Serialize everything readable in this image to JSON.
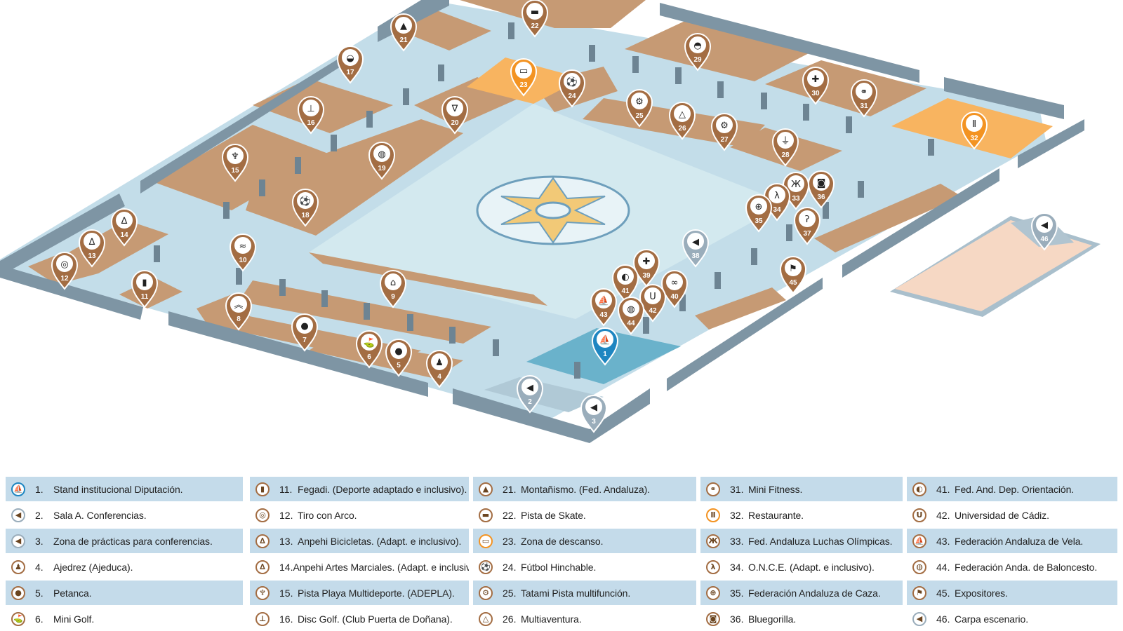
{
  "colors": {
    "floor": "#c3dde9",
    "center": "#d3e9ef",
    "stand": "#c69a74",
    "highlight": "#f8b460",
    "institutional": "#6ab2cb",
    "wall": "#7e95a4",
    "wall_dark": "#5b7180",
    "pin_brown": "#a36d43",
    "pin_orange": "#f39322",
    "pin_blue": "#1e86c1",
    "pin_gray": "#9aadbb",
    "legend_stripe": "#c4dbea"
  },
  "markers": [
    {
      "n": "1",
      "icon": "institutional-icon",
      "color": "blue"
    },
    {
      "n": "2",
      "icon": "megaphone-icon",
      "color": "gray"
    },
    {
      "n": "3",
      "icon": "megaphone-gear-icon",
      "color": "gray"
    },
    {
      "n": "4",
      "icon": "chess-pawn-icon",
      "color": "brown"
    },
    {
      "n": "5",
      "icon": "petanque-icon",
      "color": "brown"
    },
    {
      "n": "6",
      "icon": "golf-icon",
      "color": "brown"
    },
    {
      "n": "7",
      "icon": "ping-pong-icon",
      "color": "brown"
    },
    {
      "n": "8",
      "icon": "chevrons-icon",
      "color": "brown"
    },
    {
      "n": "9",
      "icon": "museum-icon",
      "color": "brown"
    },
    {
      "n": "10",
      "icon": "rowing-icon",
      "color": "brown"
    },
    {
      "n": "11",
      "icon": "fegadi-icon",
      "color": "brown"
    },
    {
      "n": "12",
      "icon": "archery-target-icon",
      "color": "brown"
    },
    {
      "n": "13",
      "icon": "bicycle-icon",
      "color": "brown"
    },
    {
      "n": "14",
      "icon": "martial-arts-icon",
      "color": "brown"
    },
    {
      "n": "15",
      "icon": "beach-sports-icon",
      "color": "brown"
    },
    {
      "n": "16",
      "icon": "disc-golf-icon",
      "color": "brown"
    },
    {
      "n": "17",
      "icon": "helmet-icon",
      "color": "brown"
    },
    {
      "n": "18",
      "icon": "soccer-ball-icon",
      "color": "brown"
    },
    {
      "n": "19",
      "icon": "basketball-icon",
      "color": "brown"
    },
    {
      "n": "20",
      "icon": "triangle-icon",
      "color": "brown"
    },
    {
      "n": "21",
      "icon": "mountain-icon",
      "color": "brown"
    },
    {
      "n": "22",
      "icon": "skate-icon",
      "color": "brown"
    },
    {
      "n": "23",
      "icon": "bench-icon",
      "color": "orange"
    },
    {
      "n": "24",
      "icon": "soccer-ball-icon",
      "color": "brown"
    },
    {
      "n": "25",
      "icon": "gear-icon",
      "color": "brown"
    },
    {
      "n": "26",
      "icon": "tent-icon",
      "color": "brown"
    },
    {
      "n": "27",
      "icon": "gear-icon",
      "color": "brown"
    },
    {
      "n": "28",
      "icon": "ground-icon",
      "color": "brown"
    },
    {
      "n": "29",
      "icon": "sneaker-icon",
      "color": "brown"
    },
    {
      "n": "30",
      "icon": "gamepad-icon",
      "color": "brown"
    },
    {
      "n": "31",
      "icon": "dumbbell-icon",
      "color": "brown"
    },
    {
      "n": "32",
      "icon": "fork-knife-icon",
      "color": "orange"
    },
    {
      "n": "33",
      "icon": "wrestling-icon",
      "color": "brown"
    },
    {
      "n": "34",
      "icon": "blind-walker-icon",
      "color": "brown"
    },
    {
      "n": "35",
      "icon": "crosshair-icon",
      "color": "brown"
    },
    {
      "n": "36",
      "icon": "bluegorilla-icon",
      "color": "brown"
    },
    {
      "n": "37",
      "icon": "ear-icon",
      "color": "brown"
    },
    {
      "n": "38",
      "icon": "megaphone-icon",
      "color": "gray"
    },
    {
      "n": "39",
      "icon": "medical-cross-icon",
      "color": "brown"
    },
    {
      "n": "40",
      "icon": "rings-icon",
      "color": "brown"
    },
    {
      "n": "41",
      "icon": "compass-icon",
      "color": "brown"
    },
    {
      "n": "42",
      "icon": "uca-icon",
      "color": "brown"
    },
    {
      "n": "43",
      "icon": "sailboat-icon",
      "color": "brown"
    },
    {
      "n": "44",
      "icon": "basketball-icon",
      "color": "brown"
    },
    {
      "n": "45",
      "icon": "exhibitor-icon",
      "color": "brown"
    },
    {
      "n": "46",
      "icon": "megaphone-icon",
      "color": "gray"
    }
  ],
  "legend": [
    [
      {
        "num": "1.",
        "label": "Stand institucional Diputación."
      },
      {
        "num": "2.",
        "label": "Sala A. Conferencias."
      },
      {
        "num": "3.",
        "label": "Zona de prácticas para conferencias."
      },
      {
        "num": "4.",
        "label": "Ajedrez (Ajeduca)."
      },
      {
        "num": "5.",
        "label": "Petanca."
      },
      {
        "num": "6.",
        "label": "Mini Golf."
      }
    ],
    [
      {
        "num": "11.",
        "label": "Fegadi. (Deporte adaptado e inclusivo)."
      },
      {
        "num": "12.",
        "label": "Tiro con Arco."
      },
      {
        "num": "13.",
        "label": "Anpehi Bicicletas.  (Adapt. e inclusivo)."
      },
      {
        "num": "14.",
        "label": "Anpehi Artes Marciales. (Adapt. e inclusivo)."
      },
      {
        "num": "15.",
        "label": "Pista Playa Multideporte. (ADEPLA)."
      },
      {
        "num": "16.",
        "label": "Disc Golf. (Club Puerta de Doñana)."
      }
    ],
    [
      {
        "num": "21.",
        "label": "Montañismo.  (Fed. Andaluza)."
      },
      {
        "num": "22.",
        "label": "Pista de Skate."
      },
      {
        "num": "23.",
        "label": "Zona de descanso."
      },
      {
        "num": "24.",
        "label": "Fútbol Hinchable."
      },
      {
        "num": "25.",
        "label": "Tatami Pista multifunción."
      },
      {
        "num": "26.",
        "label": "Multiaventura."
      }
    ],
    [
      {
        "num": "31.",
        "label": "Mini Fitness."
      },
      {
        "num": "32.",
        "label": "Restaurante."
      },
      {
        "num": "33.",
        "label": "Fed. Andaluza Luchas Olímpicas."
      },
      {
        "num": "34.",
        "label": "O.N.C.E. (Adapt. e inclusivo)."
      },
      {
        "num": "35.",
        "label": "Federación Andaluza de Caza."
      },
      {
        "num": "36.",
        "label": "Bluegorilla."
      }
    ],
    [
      {
        "num": "41.",
        "label": "Fed. And. Dep. Orientación."
      },
      {
        "num": "42.",
        "label": "Universidad de Cádiz."
      },
      {
        "num": "43.",
        "label": "Federación Andaluza de Vela."
      },
      {
        "num": "44.",
        "label": "Federación Anda. de Baloncesto."
      },
      {
        "num": "45.",
        "label": "Expositores."
      },
      {
        "num": "46.",
        "label": "Carpa escenario."
      }
    ]
  ]
}
